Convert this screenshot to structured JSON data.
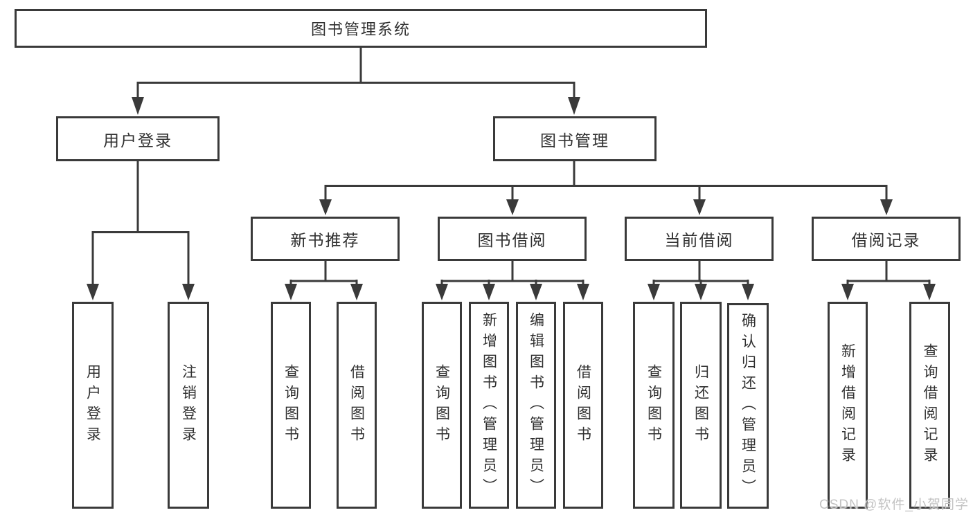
{
  "diagram": {
    "root": {
      "label": "图书管理系统"
    },
    "level2": [
      {
        "label": "用户登录"
      },
      {
        "label": "图书管理"
      }
    ],
    "level3": [
      {
        "label": "新书推荐"
      },
      {
        "label": "图书借阅"
      },
      {
        "label": "当前借阅"
      },
      {
        "label": "借阅记录"
      }
    ],
    "leaves": {
      "login": [
        "用户登录",
        "注销登录"
      ],
      "new_book": [
        "查询图书",
        "借阅图书"
      ],
      "book_borrow": [
        "查询图书",
        "新增图书（管理员）",
        "编辑图书（管理员）",
        "借阅图书"
      ],
      "current_borrow": [
        "查询图书",
        "归还图书",
        "确认归还（管理员）"
      ],
      "borrow_records": [
        "新增借阅记录",
        "查询借阅记录"
      ]
    }
  },
  "watermark": "CSDN @软件_小贺同学",
  "colors": {
    "line": "#3a3a3a",
    "text": "#303030",
    "watermark": "#c3c3c3",
    "background": "#ffffff"
  }
}
